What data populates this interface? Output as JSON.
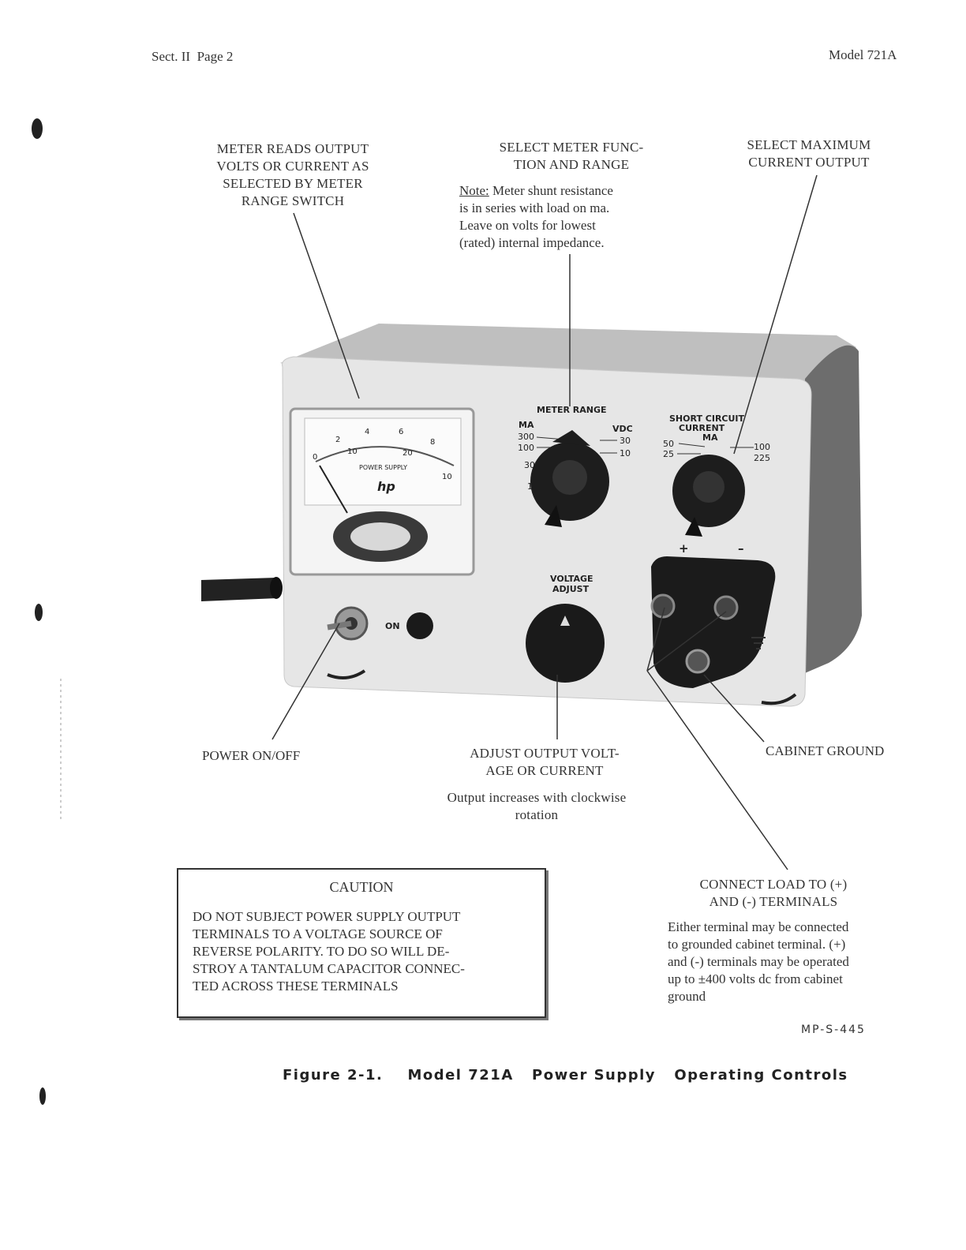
{
  "header": {
    "left": "Sect. II  Page 2",
    "right": "Model 721A"
  },
  "callouts": {
    "meter_reads": [
      "METER READS OUTPUT",
      "VOLTS OR CURRENT AS",
      "SELECTED BY METER",
      "RANGE SWITCH"
    ],
    "select_function": [
      "SELECT METER FUNC-",
      "TION AND RANGE"
    ],
    "select_function_note_prefix": "Note:",
    "select_function_note": [
      "Meter shunt resistance",
      "is in series with load on ma.",
      "Leave on volts for lowest",
      "(rated) internal impedance."
    ],
    "select_max": [
      "SELECT MAXIMUM",
      "CURRENT OUTPUT"
    ],
    "power": "POWER ON/OFF",
    "adjust": [
      "ADJUST OUTPUT VOLT-",
      "AGE OR CURRENT"
    ],
    "adjust_note": [
      "Output increases with clockwise",
      "rotation"
    ],
    "cabinet_ground": "CABINET GROUND",
    "connect_load": [
      "CONNECT LOAD TO (+)",
      "AND (-) TERMINALS"
    ],
    "connect_note": [
      "Either terminal may be connected",
      "to grounded cabinet terminal.  (+)",
      "and (-) terminals may be operated",
      "up to ±400 volts dc from cabinet",
      "ground"
    ]
  },
  "panel": {
    "meter_range_label": "METER RANGE",
    "ma_label": "MA",
    "vdc_label": "VDC",
    "ma_values": [
      "300",
      "100",
      "30",
      "10"
    ],
    "vdc_values": [
      "30",
      "10"
    ],
    "short_circuit_label": [
      "SHORT CIRCUIT",
      "CURRENT"
    ],
    "sc_ma_label": "MA",
    "sc_left_values": [
      "50",
      "25"
    ],
    "sc_right_values": [
      "100",
      "225"
    ],
    "voltage_adjust": [
      "VOLTAGE",
      "ADJUST"
    ],
    "on_label": "ON",
    "plus": "+",
    "minus": "–",
    "meter_scale_top": [
      "2",
      "4",
      "6",
      "8"
    ],
    "meter_scale_bottom": [
      "10",
      "20"
    ],
    "meter_scale_end": [
      "0",
      "10"
    ],
    "meter_name": "POWER SUPPLY",
    "meter_logo": "hp"
  },
  "caution": {
    "title": "CAUTION",
    "body": [
      "DO NOT SUBJECT POWER SUPPLY OUTPUT",
      "TERMINALS TO A VOLTAGE SOURCE OF",
      "REVERSE POLARITY. TO DO SO WILL DE-",
      "STROY A TANTALUM CAPACITOR CONNEC-",
      "TED ACROSS THESE TERMINALS"
    ]
  },
  "code": "MP-S-445",
  "caption": "Figure 2-1.    Model 721A   Power Supply   Operating Controls"
}
